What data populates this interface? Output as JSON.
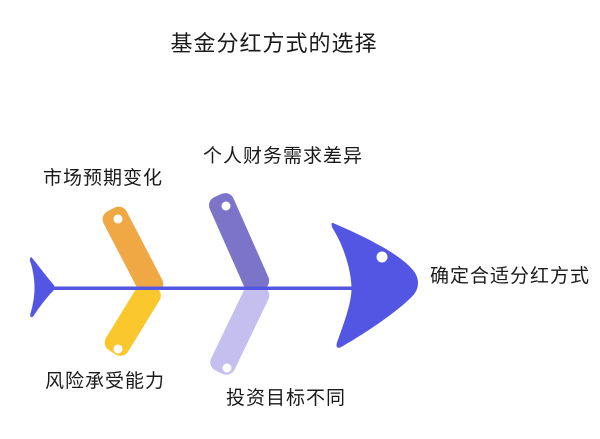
{
  "title": "基金分红方式的选择",
  "colors": {
    "blue": "#5256E2",
    "orange": "#F0A845",
    "yellow": "#FAC72D",
    "purple": "#7B74C8",
    "lavender": "#C5BFF0",
    "dot": "#FFFFFF",
    "text": "#1A1A1A",
    "background": "#FFFFFF"
  },
  "fishbone": {
    "type": "fishbone-diagram",
    "head_label": "确定合适分红方式",
    "top_causes": [
      {
        "label": "市场预期变化",
        "color": "#F0A845"
      },
      {
        "label": "个人财务需求差异",
        "color": "#7B74C8"
      }
    ],
    "bottom_causes": [
      {
        "label": "风险承受能力",
        "color": "#FAC72D"
      },
      {
        "label": "投资目标不同",
        "color": "#C5BFF0"
      }
    ]
  }
}
